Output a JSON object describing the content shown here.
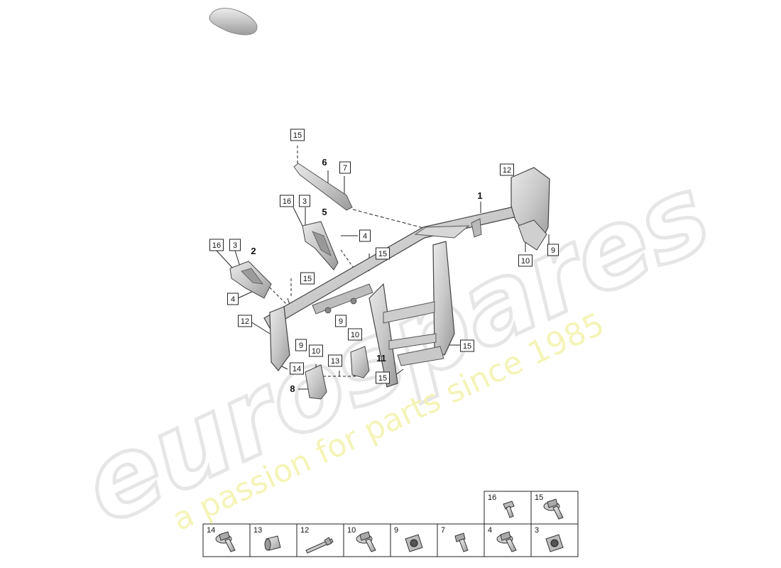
{
  "watermark": {
    "brand": "eurospares",
    "tagline": "a passion for parts since 1985",
    "brand_color": "#e6e6e6",
    "tagline_color": "#f3f3b0"
  },
  "callouts": [
    {
      "id": "c15a",
      "text": "15",
      "boxed": true
    },
    {
      "id": "c6",
      "text": "6",
      "boxed": false
    },
    {
      "id": "c7",
      "text": "7",
      "boxed": true
    },
    {
      "id": "c12a",
      "text": "12",
      "boxed": true
    },
    {
      "id": "c1",
      "text": "1",
      "boxed": false
    },
    {
      "id": "c16a",
      "text": "16",
      "boxed": true
    },
    {
      "id": "c3a",
      "text": "3",
      "boxed": true
    },
    {
      "id": "c5",
      "text": "5",
      "boxed": false
    },
    {
      "id": "c4a",
      "text": "4",
      "boxed": true
    },
    {
      "id": "c16b",
      "text": "16",
      "boxed": true
    },
    {
      "id": "c3b",
      "text": "3",
      "boxed": true
    },
    {
      "id": "c2",
      "text": "2",
      "boxed": false
    },
    {
      "id": "c15b",
      "text": "15",
      "boxed": true
    },
    {
      "id": "c15c",
      "text": "15",
      "boxed": true
    },
    {
      "id": "c4b",
      "text": "4",
      "boxed": true
    },
    {
      "id": "c9a",
      "text": "9",
      "boxed": true
    },
    {
      "id": "c10a",
      "text": "10",
      "boxed": true
    },
    {
      "id": "c12b",
      "text": "12",
      "boxed": true
    },
    {
      "id": "c9b",
      "text": "9",
      "boxed": true
    },
    {
      "id": "c9c",
      "text": "9",
      "boxed": true
    },
    {
      "id": "c10b",
      "text": "10",
      "boxed": true
    },
    {
      "id": "c15d",
      "text": "15",
      "boxed": true
    },
    {
      "id": "c10c",
      "text": "10",
      "boxed": true
    },
    {
      "id": "c11",
      "text": "11",
      "boxed": false
    },
    {
      "id": "c13",
      "text": "13",
      "boxed": true
    },
    {
      "id": "c14",
      "text": "14",
      "boxed": true
    },
    {
      "id": "c15e",
      "text": "15",
      "boxed": true
    },
    {
      "id": "c8",
      "text": "8",
      "boxed": false
    }
  ],
  "fastener_table": {
    "top_row": [
      {
        "number": "16",
        "icon": "short-bolt-icon"
      },
      {
        "number": "15",
        "icon": "flange-bolt-icon"
      }
    ],
    "bottom_row": [
      {
        "number": "14",
        "icon": "flange-bolt-icon"
      },
      {
        "number": "13",
        "icon": "sleeve-nut-icon"
      },
      {
        "number": "12",
        "icon": "stud-pin-icon"
      },
      {
        "number": "10",
        "icon": "flange-bolt-icon"
      },
      {
        "number": "9",
        "icon": "clip-nut-icon"
      },
      {
        "number": "7",
        "icon": "bolt-icon"
      },
      {
        "number": "4",
        "icon": "flange-bolt-icon"
      },
      {
        "number": "3",
        "icon": "clip-nut-icon"
      }
    ]
  }
}
